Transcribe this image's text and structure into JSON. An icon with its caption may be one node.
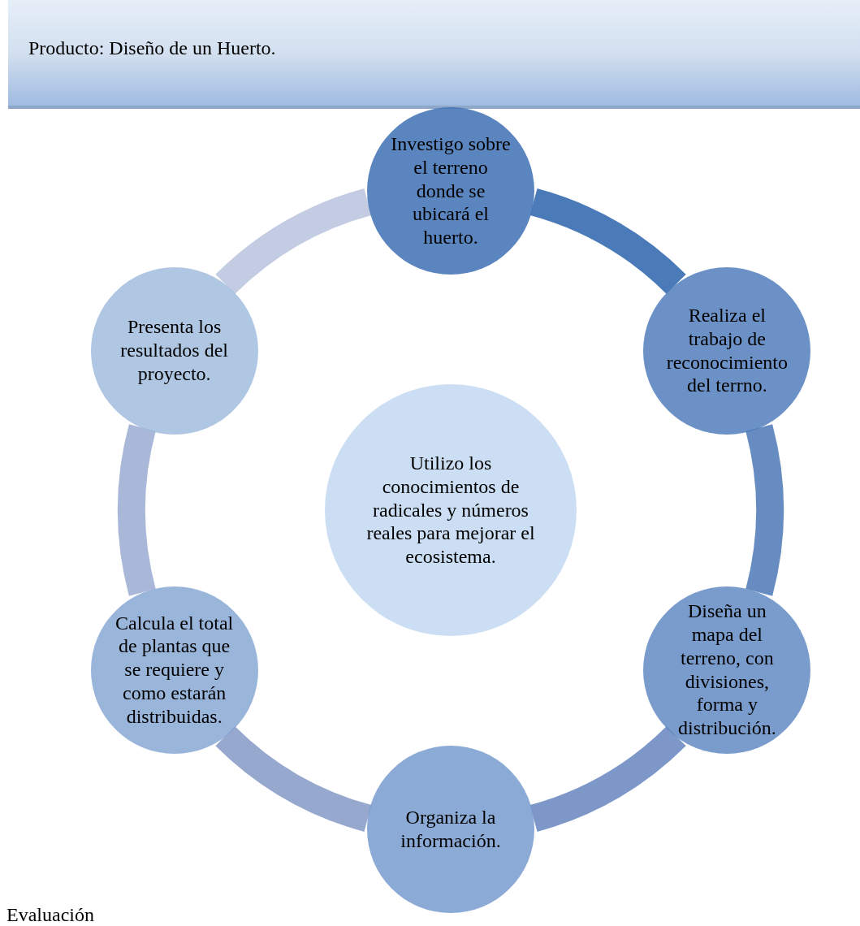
{
  "diagram": {
    "nodes": [
      {
        "text": [
          "Producto: Diseño de un Huerto."
        ]
      },
      {
        "text": [
          "Investigo sobre el terreno donde se ubicará el huerto."
        ]
      },
      {
        "text": [
          "Realiza el trabajo de reconocimiento del terrno."
        ]
      },
      {
        "text": [
          "Diseña un mapa del terreno, con divisiones, forma y distribución."
        ]
      },
      {
        "text": [
          "Organiza la información."
        ]
      },
      {
        "text": [
          "Calcula el total de plantas que se requiere y como estarán distribuidas."
        ]
      },
      {
        "text": [
          "Presenta los resultados del proyecto."
        ]
      },
      {
        "text": [
          "Utilizo los conocimientos de radicales y números reales para mejorar el ecosistema."
        ]
      }
    ],
    "edges": [
      {
        "from": 1,
        "to": 2,
        "arrow": "none",
        "color": "#4a7ab8"
      },
      {
        "from": 2,
        "to": 3,
        "arrow": "none",
        "color": "#668cc2"
      },
      {
        "from": 3,
        "to": 4,
        "arrow": "none",
        "color": "#7d97c8"
      },
      {
        "from": 4,
        "to": 5,
        "arrow": "none",
        "color": "#97a8cf"
      },
      {
        "from": 5,
        "to": 6,
        "arrow": "none",
        "color": "#a9b7d8"
      },
      {
        "from": 6,
        "to": 1,
        "arrow": "none",
        "color": "#c3cce2"
      }
    ],
    "labels": [
      "Evaluación"
    ]
  }
}
